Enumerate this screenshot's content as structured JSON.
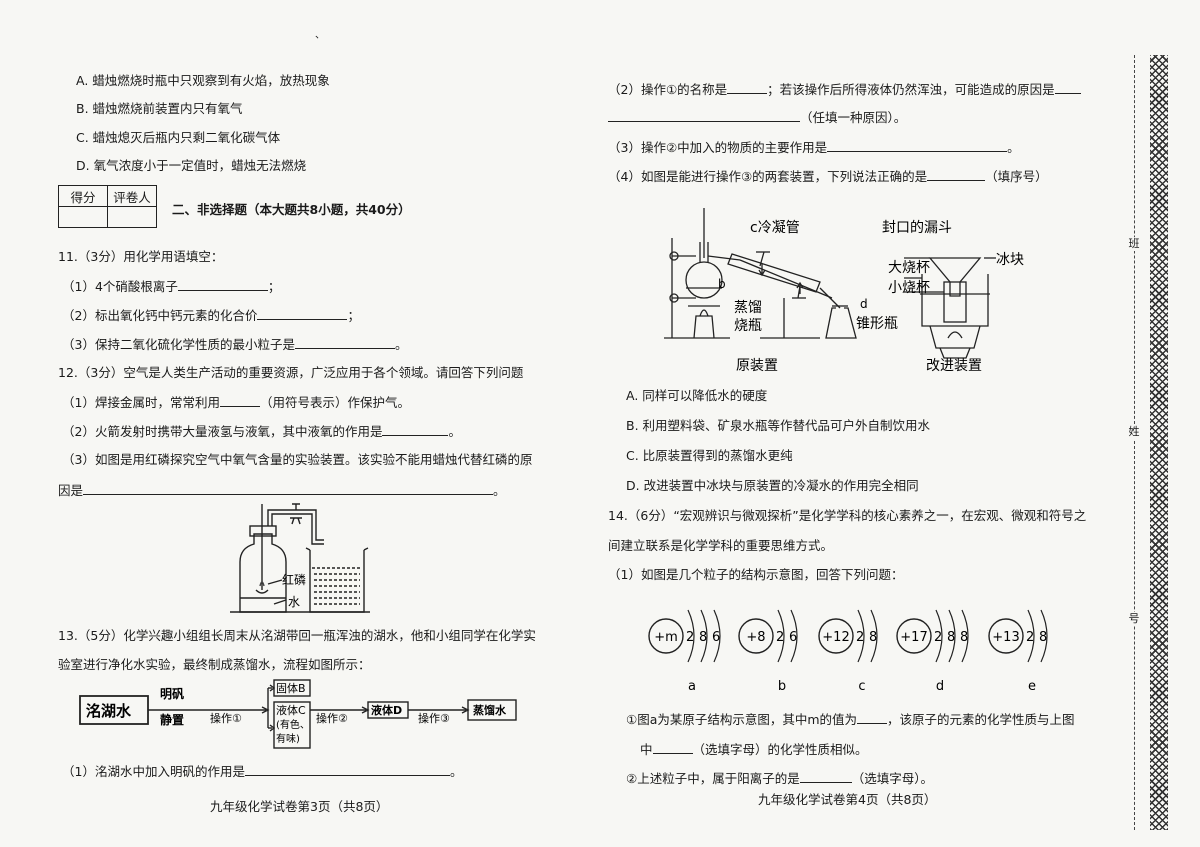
{
  "top_mark": "、",
  "left": {
    "q10_options": [
      "A. 蜡烛燃烧时瓶中只观察到有火焰，放热现象",
      "B. 蜡烛燃烧前装置内只有氧气",
      "C. 蜡烛熄灭后瓶内只剩二氧化碳气体",
      "D. 氧气浓度小于一定值时，蜡烛无法燃烧"
    ],
    "score_table": {
      "col1": "得分",
      "col2": "评卷人"
    },
    "section_title": "二、非选择题（本大题共8小题，共40分）",
    "q11_title": "11.（3分）用化学用语填空：",
    "q11_1": "（1）4个硝酸根离子",
    "q11_2": "（2）标出氧化钙中钙元素的化合价",
    "q11_3": "（3）保持二氧化硫化学性质的最小粒子是",
    "q12_title": "12.（3分）空气是人类生产活动的重要资源，广泛应用于各个领域。请回答下列问题",
    "q12_1a": "（1）焊接金属时，常常利用",
    "q12_1b": "（用符号表示）作保护气。",
    "q12_2": "（2）火箭发射时携带大量液氢与液氧，其中液氧的作用是",
    "q12_3": "（3）如图是用红磷探究空气中氧气含量的实验装置。该实验不能用蜡烛代替红磷的原",
    "q12_3b": "因是",
    "fig_red_p": "红磷",
    "fig_water": "水",
    "q13_title": "13.（5分）化学兴趣小组组长周末从洺湖带回一瓶浑浊的湖水，他和小组同学在化学实",
    "q13_title2": "验室进行净化水实验，最终制成蒸馏水，流程如图所示：",
    "flow": {
      "start": "洺湖水",
      "alum": "明矾",
      "still": "静置",
      "op1": "操作①",
      "solidB": "固体B",
      "liquidC1": "液体C",
      "liquidC2": "(有色、",
      "liquidC3": "有味)",
      "op2": "操作②",
      "liquidD": "液体D",
      "op3": "操作③",
      "distilled": "蒸馏水"
    },
    "q13_1": "（1）洺湖水中加入明矾的作用是",
    "footer": "九年级化学试卷第3页（共8页）"
  },
  "right": {
    "q13_2a": "（2）操作①的名称是",
    "q13_2b": "；若该操作后所得液体仍然浑浊，可能造成的原因是",
    "q13_2c": "（任填一种原因）。",
    "q13_3": "（3）操作②中加入的物质的主要作用是",
    "q13_4a": "（4）如图是能进行操作③的两套装置，下列说法正确的是",
    "q13_4b": "（填序号）",
    "fig": {
      "condenser": "c冷凝管",
      "b": "b",
      "flask1": "蒸馏",
      "flask2": "烧瓶",
      "d": "d",
      "conical": "锥形瓶",
      "original": "原装置",
      "funnel": "封口的漏斗",
      "big_beaker": "大烧杯",
      "ice": "冰块",
      "small_beaker": "小烧杯",
      "improved": "改进装置"
    },
    "q13_options": [
      "A. 同样可以降低水的硬度",
      "B. 利用塑料袋、矿泉水瓶等作替代品可户外自制饮用水",
      "C. 比原装置得到的蒸馏水更纯",
      "D. 改进装置中冰块与原装置的冷凝水的作用完全相同"
    ],
    "q14_title": "14.（6分）“宏观辨识与微观探析”是化学学科的核心素养之一，在宏观、微观和符号之",
    "q14_title2": "间建立联系是化学学科的重要思维方式。",
    "q14_1": "（1）如图是几个粒子的结构示意图，回答下列问题：",
    "atoms": [
      {
        "nucleus": "+m",
        "shells": [
          "2",
          "8",
          "6"
        ],
        "label": "a"
      },
      {
        "nucleus": "+8",
        "shells": [
          "2",
          "6"
        ],
        "label": "b"
      },
      {
        "nucleus": "+12",
        "shells": [
          "2",
          "8"
        ],
        "label": "c"
      },
      {
        "nucleus": "+17",
        "shells": [
          "2",
          "8",
          "8"
        ],
        "label": "d"
      },
      {
        "nucleus": "+13",
        "shells": [
          "2",
          "8"
        ],
        "label": "e"
      }
    ],
    "q14_1_1a": "①图a为某原子结构示意图，其中m的值为",
    "q14_1_1b": "，该原子的元素的化学性质与上图",
    "q14_1_1c": "中",
    "q14_1_1d": "（选填字母）的化学性质相似。",
    "q14_1_2a": "②上述粒子中，属于阳离子的是",
    "q14_1_2b": "（选填字母）。",
    "footer": "九年级化学试卷第4页（共8页）"
  },
  "binding": {
    "t1": "班",
    "t2": "姓",
    "t3": "号"
  }
}
